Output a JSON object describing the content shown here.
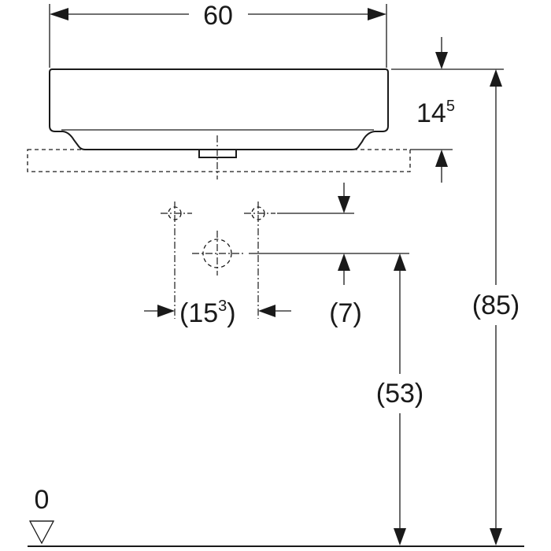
{
  "dimensions": {
    "width": "60",
    "bowl_height_main": "14",
    "bowl_height_sup": "5",
    "hole_spacing_open": "(15",
    "hole_spacing_sup": "3",
    "hole_spacing_close": ")",
    "offset": "(7)",
    "drain_height": "(53)",
    "total_height": "(85)",
    "floor_level": "0"
  }
}
